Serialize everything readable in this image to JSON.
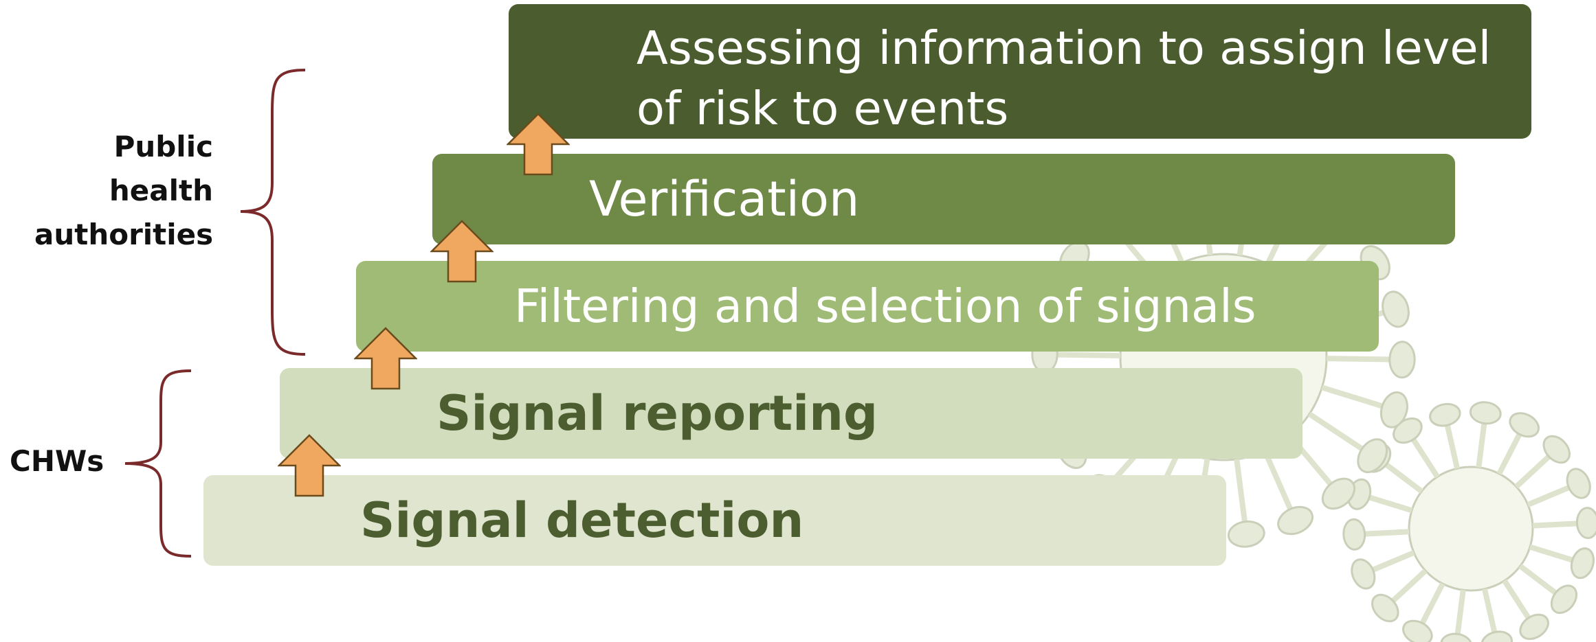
{
  "steps": [
    {
      "id": "detection",
      "label": "Signal detection",
      "color": "#dfe5cf",
      "text_color": "#4c5e2f"
    },
    {
      "id": "reporting",
      "label": "Signal reporting",
      "color": "#d1ddbc",
      "text_color": "#4c5e2f"
    },
    {
      "id": "filtering",
      "label": "Filtering and selection of signals",
      "color": "#9fbb75",
      "text_color": "#ffffff"
    },
    {
      "id": "verification",
      "label": "Verification",
      "color": "#6f8946",
      "text_color": "#ffffff"
    },
    {
      "id": "assessing",
      "label": "Assessing information to assign level of risk to events",
      "color": "#4b5d2e",
      "text_color": "#ffffff"
    }
  ],
  "groups": {
    "public_health": "Public health authorities",
    "chws": "CHWs"
  },
  "colors": {
    "arrow_fill": "#f0a860",
    "arrow_stroke": "#6b4a1c",
    "brace": "#7a2a2a",
    "virus": "#e6ead8"
  },
  "icons": {
    "step_arrow": "up-arrow-icon",
    "background": "virus-illustration-icon"
  }
}
